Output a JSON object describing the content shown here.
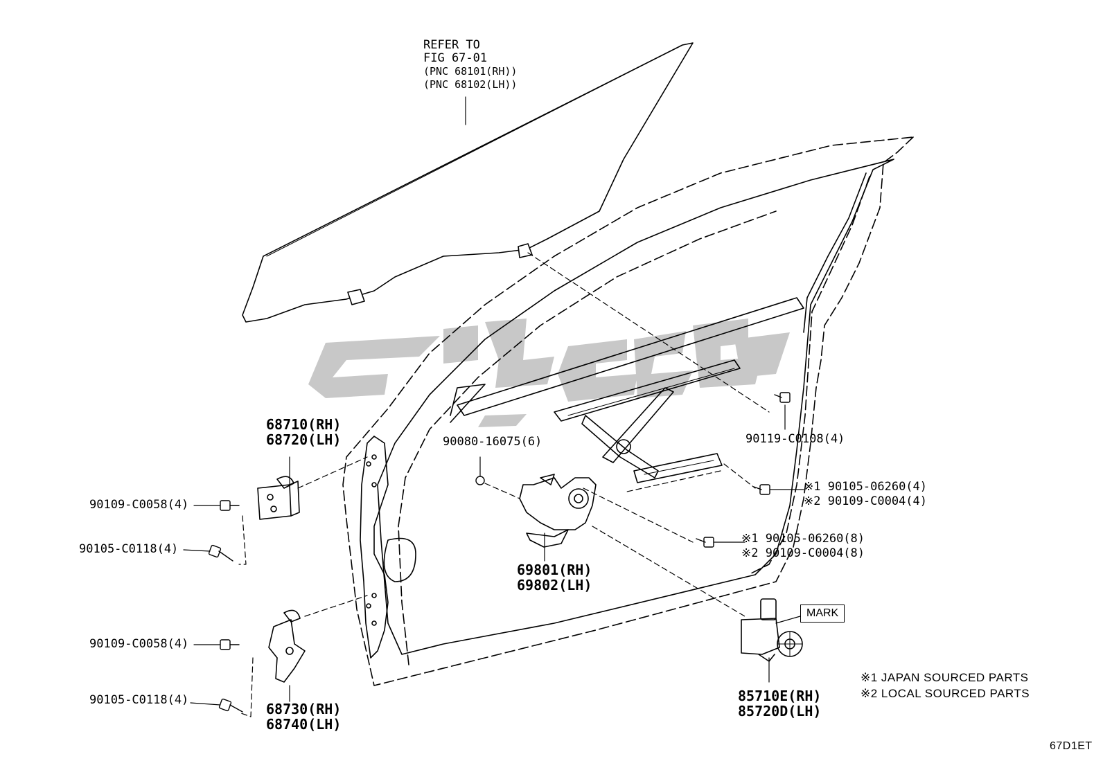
{
  "diagram_id": "67D1ET",
  "refer": {
    "line1": "REFER TO",
    "line2": "FIG 67-01",
    "line3": "(PNC 68101(RH))",
    "line4": "(PNC 68102(LH))"
  },
  "parts": {
    "hinge_upper_rh": "68710(RH)",
    "hinge_upper_lh": "68720(LH)",
    "hinge_lower_rh": "68730(RH)",
    "hinge_lower_lh": "68740(LH)",
    "regulator_rh": "69801(RH)",
    "regulator_lh": "69802(LH)",
    "motor_rh": "85710E(RH)",
    "motor_lh": "85720D(LH)"
  },
  "fasteners": {
    "bolt_upper_1": "90109-C0058(4)",
    "bolt_upper_2": "90105-C0118(4)",
    "bolt_lower_1": "90109-C0058(4)",
    "bolt_lower_2": "90105-C0118(4)",
    "bolt_front": "90080-16075(6)",
    "bolt_top_right": "90119-C0108(4)",
    "bolt_mid_a_1": "※1 90105-06260(4)",
    "bolt_mid_a_2": "※2 90109-C0004(4)",
    "bolt_mid_b_1": "※1 90105-06260(8)",
    "bolt_mid_b_2": "※2 90109-C0004(8)"
  },
  "mark_label": "MARK",
  "notes": {
    "note1": "※1 JAPAN SOURCED PARTS",
    "note2": "※2 LOCAL SOURCED PARTS"
  },
  "colors": {
    "line": "#000000",
    "watermark": "#c8c8c8"
  }
}
